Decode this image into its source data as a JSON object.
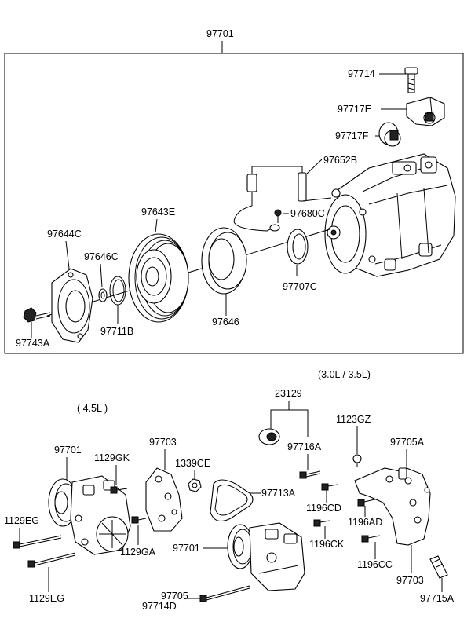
{
  "diagram": {
    "top_callout": "97701",
    "main_box_labels": {
      "bolt": "97714",
      "switch": "97717E",
      "sensor": "97717F",
      "bracket": "97652B",
      "connector_screw": "97680C",
      "pulley": "97643E",
      "plate": "97644C",
      "shim": "97646C",
      "snap_ring": "97711B",
      "coil": "97646",
      "ring": "97707C",
      "center_bolt": "97743A"
    },
    "variant_labels": {
      "v45": "( 4.5L )",
      "v30": "(3.0L / 3.5L)"
    },
    "lower_labels": {
      "comp_left": "97701",
      "bolt_1129gk": "1129GK",
      "bracket_left": "97703",
      "nut_1339ce": "1339CE",
      "bolt_1129eg_top": "1129EG",
      "bolt_1129ga": "1129GA",
      "bolt_1129eg_bottom": "1129EG",
      "belt": "97713A",
      "comp_right": "97701",
      "washer_group": "23129",
      "washer": "97716A",
      "bolt_1123gz": "1123GZ",
      "bracket_right_top": "97705A",
      "bolt_1196cd": "1196CD",
      "bolt_1196ad": "1196AD",
      "bolt_1196ck": "1196CK",
      "bolt_1196cc": "1196CC",
      "bracket_right": "97703",
      "long_bolt_a": "97705",
      "long_bolt_b": "97714D",
      "stud": "97715A"
    }
  }
}
